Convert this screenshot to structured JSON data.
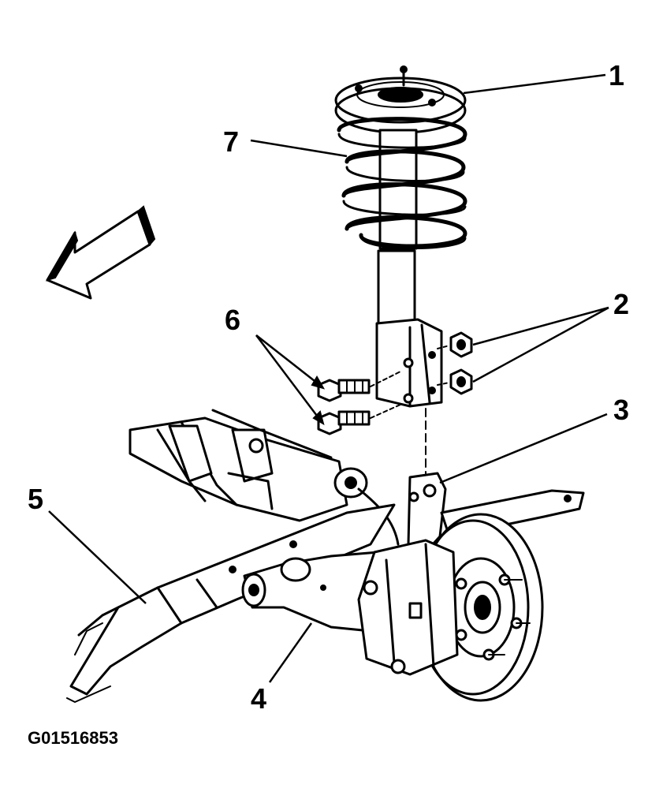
{
  "figure_id": "G01516853",
  "callouts": [
    {
      "id": "1",
      "label": "1"
    },
    {
      "id": "2",
      "label": "2"
    },
    {
      "id": "3",
      "label": "3"
    },
    {
      "id": "4",
      "label": "4"
    },
    {
      "id": "5",
      "label": "5"
    },
    {
      "id": "6",
      "label": "6"
    },
    {
      "id": "7",
      "label": "7"
    }
  ]
}
